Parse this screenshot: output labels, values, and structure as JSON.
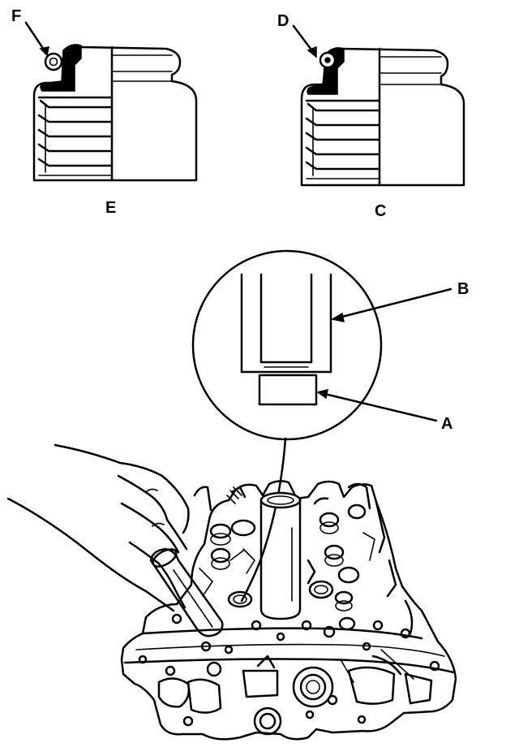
{
  "labels": {
    "f": "F",
    "d": "D",
    "e": "E",
    "c": "C",
    "b": "B",
    "a": "A"
  },
  "colors": {
    "ink": "#000000",
    "paper": "#ffffff"
  }
}
